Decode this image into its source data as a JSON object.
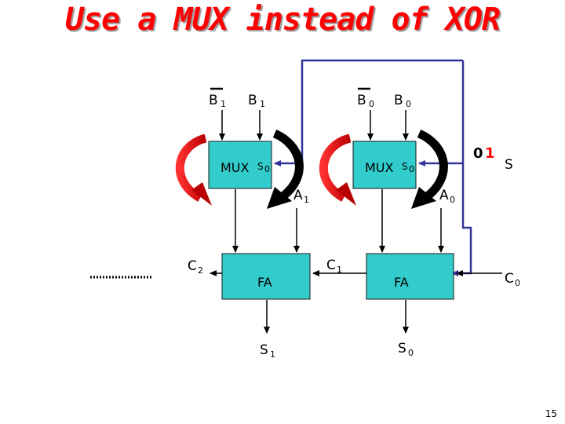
{
  "title": "Use a MUX instead of XOR",
  "inputs": {
    "b1_bar": "B",
    "b1_bar_sub": "1",
    "b1": "B",
    "b1_sub": "1",
    "b0_bar": "B",
    "b0_bar_sub": "0",
    "b0": "B",
    "b0_sub": "0"
  },
  "mux_blocks": [
    {
      "label": "MUX",
      "select_main": "S",
      "select_sub": "0"
    },
    {
      "label": "MUX",
      "select_main": "S",
      "select_sub": "0"
    }
  ],
  "adders": [
    {
      "label": "FA",
      "out_main": "S",
      "out_sub": "1"
    },
    {
      "label": "FA",
      "out_main": "S",
      "out_sub": "0"
    }
  ],
  "signals": {
    "a1": "A",
    "a1_sub": "1",
    "a0": "A",
    "a0_sub": "0",
    "c2": "C",
    "c2_sub": "2",
    "c1": "C",
    "c1_sub": "1",
    "c0": "C",
    "c0_sub": "0",
    "mode_zero": "0",
    "mode_one": "1",
    "mode_select": "S"
  },
  "page_number": "15",
  "colors": {
    "title": "#ff0000",
    "block_fill": "#33cccc",
    "select_wire": "#333399",
    "arrow_red": "#dd0000",
    "arrow_black": "#000000"
  }
}
